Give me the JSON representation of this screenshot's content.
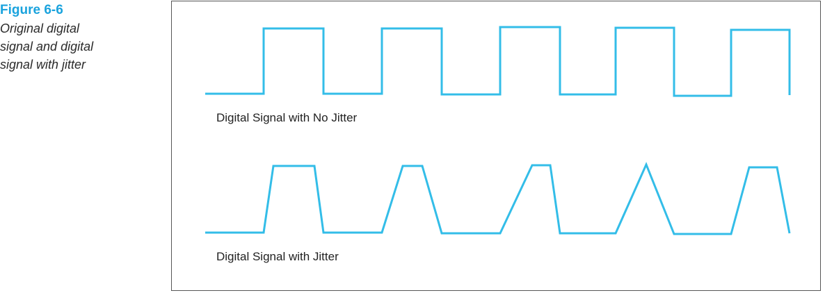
{
  "caption": {
    "label": "Figure 6-6",
    "lines": [
      "Original digital",
      "signal and digital",
      "signal with jitter"
    ]
  },
  "signals": [
    {
      "label": "Digital Signal with No Jitter",
      "kind": "square"
    },
    {
      "label": "Digital Signal with Jitter",
      "kind": "jitter"
    }
  ],
  "colors": {
    "signal": "#33bde8",
    "figure_label": "#1aa3dd",
    "frame": "#555555"
  }
}
